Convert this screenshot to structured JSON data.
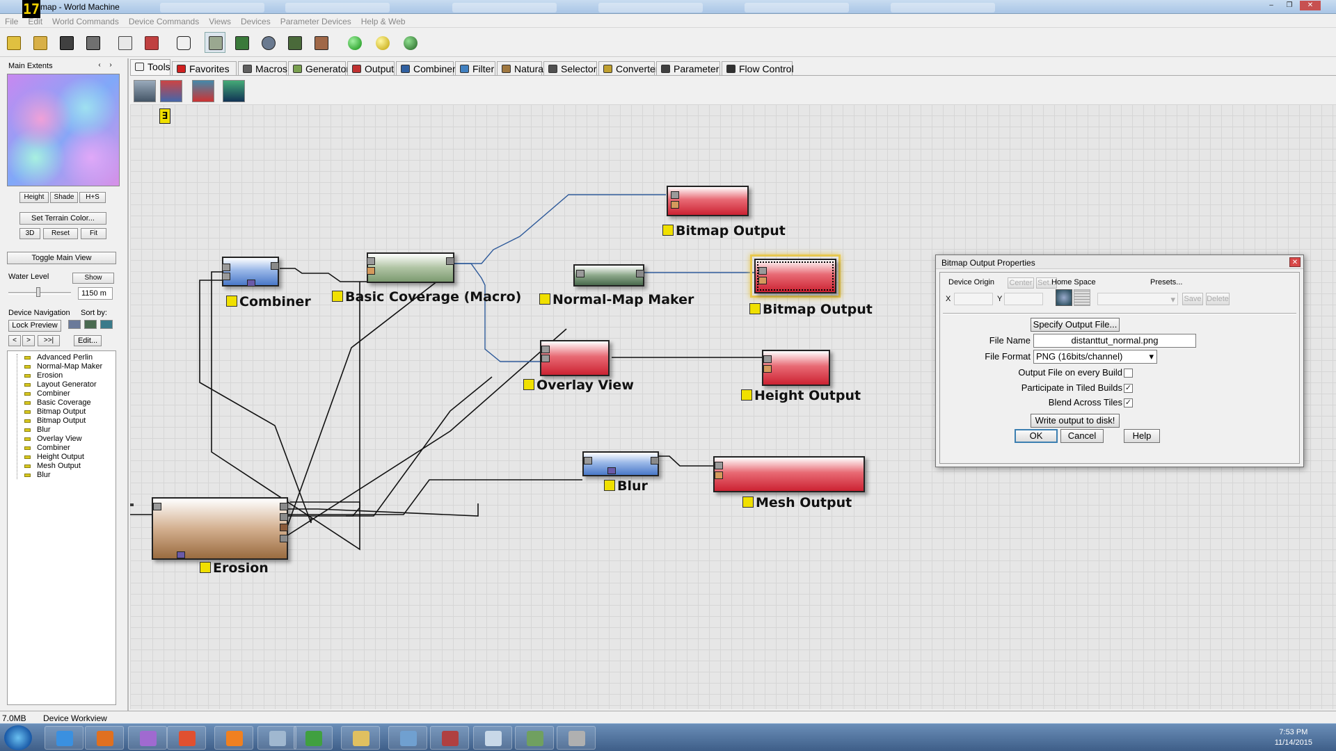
{
  "window": {
    "title": "map - World Machine",
    "logo": "17",
    "controls": [
      "–",
      "❐",
      "✕"
    ]
  },
  "menu": [
    "File",
    "Edit",
    "World Commands",
    "Device Commands",
    "Views",
    "Devices",
    "Parameter Devices",
    "Help & Web"
  ],
  "toolbar_icons": [
    "new-icon",
    "open-icon",
    "save-icon",
    "save-as-icon",
    "import-icon",
    "export-icon",
    "random-seed-icon",
    "device-view-icon",
    "layout-view-icon",
    "3d-view-icon",
    "terrain-view-icon",
    "texture-view-icon",
    "build-green-icon",
    "build-yellow-icon",
    "build-globe-icon"
  ],
  "left_panel": {
    "extents_label": "Main Extents",
    "view_buttons": [
      "Height",
      "Shade",
      "H+S"
    ],
    "set_terrain_color": "Set Terrain Color...",
    "nav_buttons": [
      "3D",
      "Reset",
      "Fit"
    ],
    "toggle_main_view": "Toggle Main View",
    "water_level_label": "Water Level",
    "show_button": "Show",
    "water_level_value": "1150 m",
    "device_navigation_label": "Device Navigation",
    "sort_by_label": "Sort by:",
    "lock_preview": "Lock Preview",
    "history_buttons": [
      "<",
      ">",
      ">>|"
    ],
    "edit_button": "Edit...",
    "tree_items": [
      "Advanced Perlin",
      "Normal-Map Maker",
      "Erosion",
      "Layout Generator",
      "Combiner",
      "Basic Coverage",
      "Bitmap Output",
      "Bitmap Output",
      "Blur",
      "Overlay View",
      "Combiner",
      "Height Output",
      "Mesh Output",
      "Blur"
    ]
  },
  "tabs": [
    {
      "label": "Tools",
      "icon": "tools-icon",
      "color": "#f0f0f0"
    },
    {
      "label": "Favorites",
      "icon": "heart-icon",
      "color": "#d02020"
    },
    {
      "label": "Macros",
      "icon": "macro-icon",
      "color": "#606060"
    },
    {
      "label": "Generator",
      "icon": "generator-icon",
      "color": "#7aa050"
    },
    {
      "label": "Output",
      "icon": "output-icon",
      "color": "#c03030"
    },
    {
      "label": "Combiner",
      "icon": "combiner-icon",
      "color": "#3060a0"
    },
    {
      "label": "Filter",
      "icon": "filter-icon",
      "color": "#4080c0"
    },
    {
      "label": "Natural",
      "icon": "natural-icon",
      "color": "#a07840"
    },
    {
      "label": "Selector",
      "icon": "selector-icon",
      "color": "#505050"
    },
    {
      "label": "Converter",
      "icon": "converter-icon",
      "color": "#c0a030"
    },
    {
      "label": "Parameter",
      "icon": "parameter-icon",
      "color": "#404040"
    },
    {
      "label": "Flow Control",
      "icon": "flow-control-icon",
      "color": "#303030"
    }
  ],
  "devices": {
    "bitmap_output_1": "Bitmap Output",
    "combiner": "Combiner",
    "basic_coverage": "Basic Coverage (Macro)",
    "normal_map_maker": "Normal-Map Maker",
    "bitmap_output_2": "Bitmap Output",
    "overlay_view": "Overlay View",
    "height_output": "Height Output",
    "blur": "Blur",
    "mesh_output": "Mesh Output",
    "erosion": "Erosion"
  },
  "dialog": {
    "title": "Bitmap Output Properties",
    "device_origin_label": "Device Origin",
    "center_button": "Center",
    "set_button": "Set...",
    "x_label": "X",
    "y_label": "Y",
    "home_space_label": "Home Space",
    "presets_label": "Presets...",
    "save_button": "Save",
    "delete_button": "Delete",
    "specify_output_button": "Specify Output File...",
    "file_name_label": "File Name",
    "file_name_value": "distanttut_normal.png",
    "file_format_label": "File Format",
    "file_format_value": "PNG  (16bits/channel)",
    "output_every_build_label": "Output File on every Build",
    "output_every_build_checked": false,
    "tiled_builds_label": "Participate in Tiled Builds",
    "tiled_builds_checked": true,
    "blend_tiles_label": "Blend Across Tiles",
    "blend_tiles_checked": true,
    "write_output_button": "Write output to disk!",
    "ok_button": "OK",
    "cancel_button": "Cancel",
    "help_button": "Help"
  },
  "status": {
    "memory": "7.0MB",
    "view": "Device Workview"
  },
  "taskbar": {
    "apps": [
      "internet-explorer-icon",
      "media-player-icon",
      "winrar-archive-icon",
      "network-icon",
      "firefox-icon",
      "window-icon",
      "chrome-icon",
      "folder-icon",
      "photo-viewer-icon",
      "books-icon",
      "notes-icon",
      "landscape-icon",
      "world-machine-icon"
    ],
    "time": "7:53 PM",
    "date": "11/14/2015"
  }
}
